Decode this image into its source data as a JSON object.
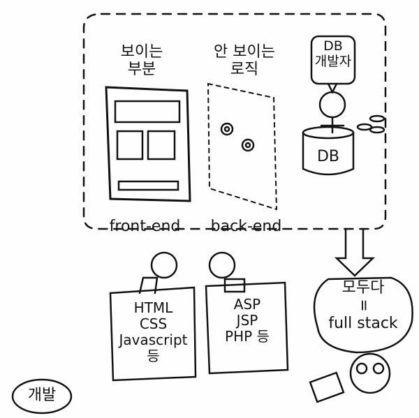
{
  "title": "개발",
  "visible_label": [
    "보이는",
    "부분"
  ],
  "invisible_label": [
    "안 보이는",
    "로직"
  ],
  "db_dev_label": [
    "DB",
    "개발자"
  ],
  "db_label": "DB",
  "frontend_label": "front-end",
  "backend_label": "back-end",
  "frontend_tech": [
    "HTML",
    "CSS",
    "Javascript",
    "등"
  ],
  "backend_tech": [
    "ASP",
    "JSP",
    "PHP 등"
  ],
  "fullstack": {
    "line1": "모두다",
    "equals": "=",
    "line2": "full stack"
  }
}
